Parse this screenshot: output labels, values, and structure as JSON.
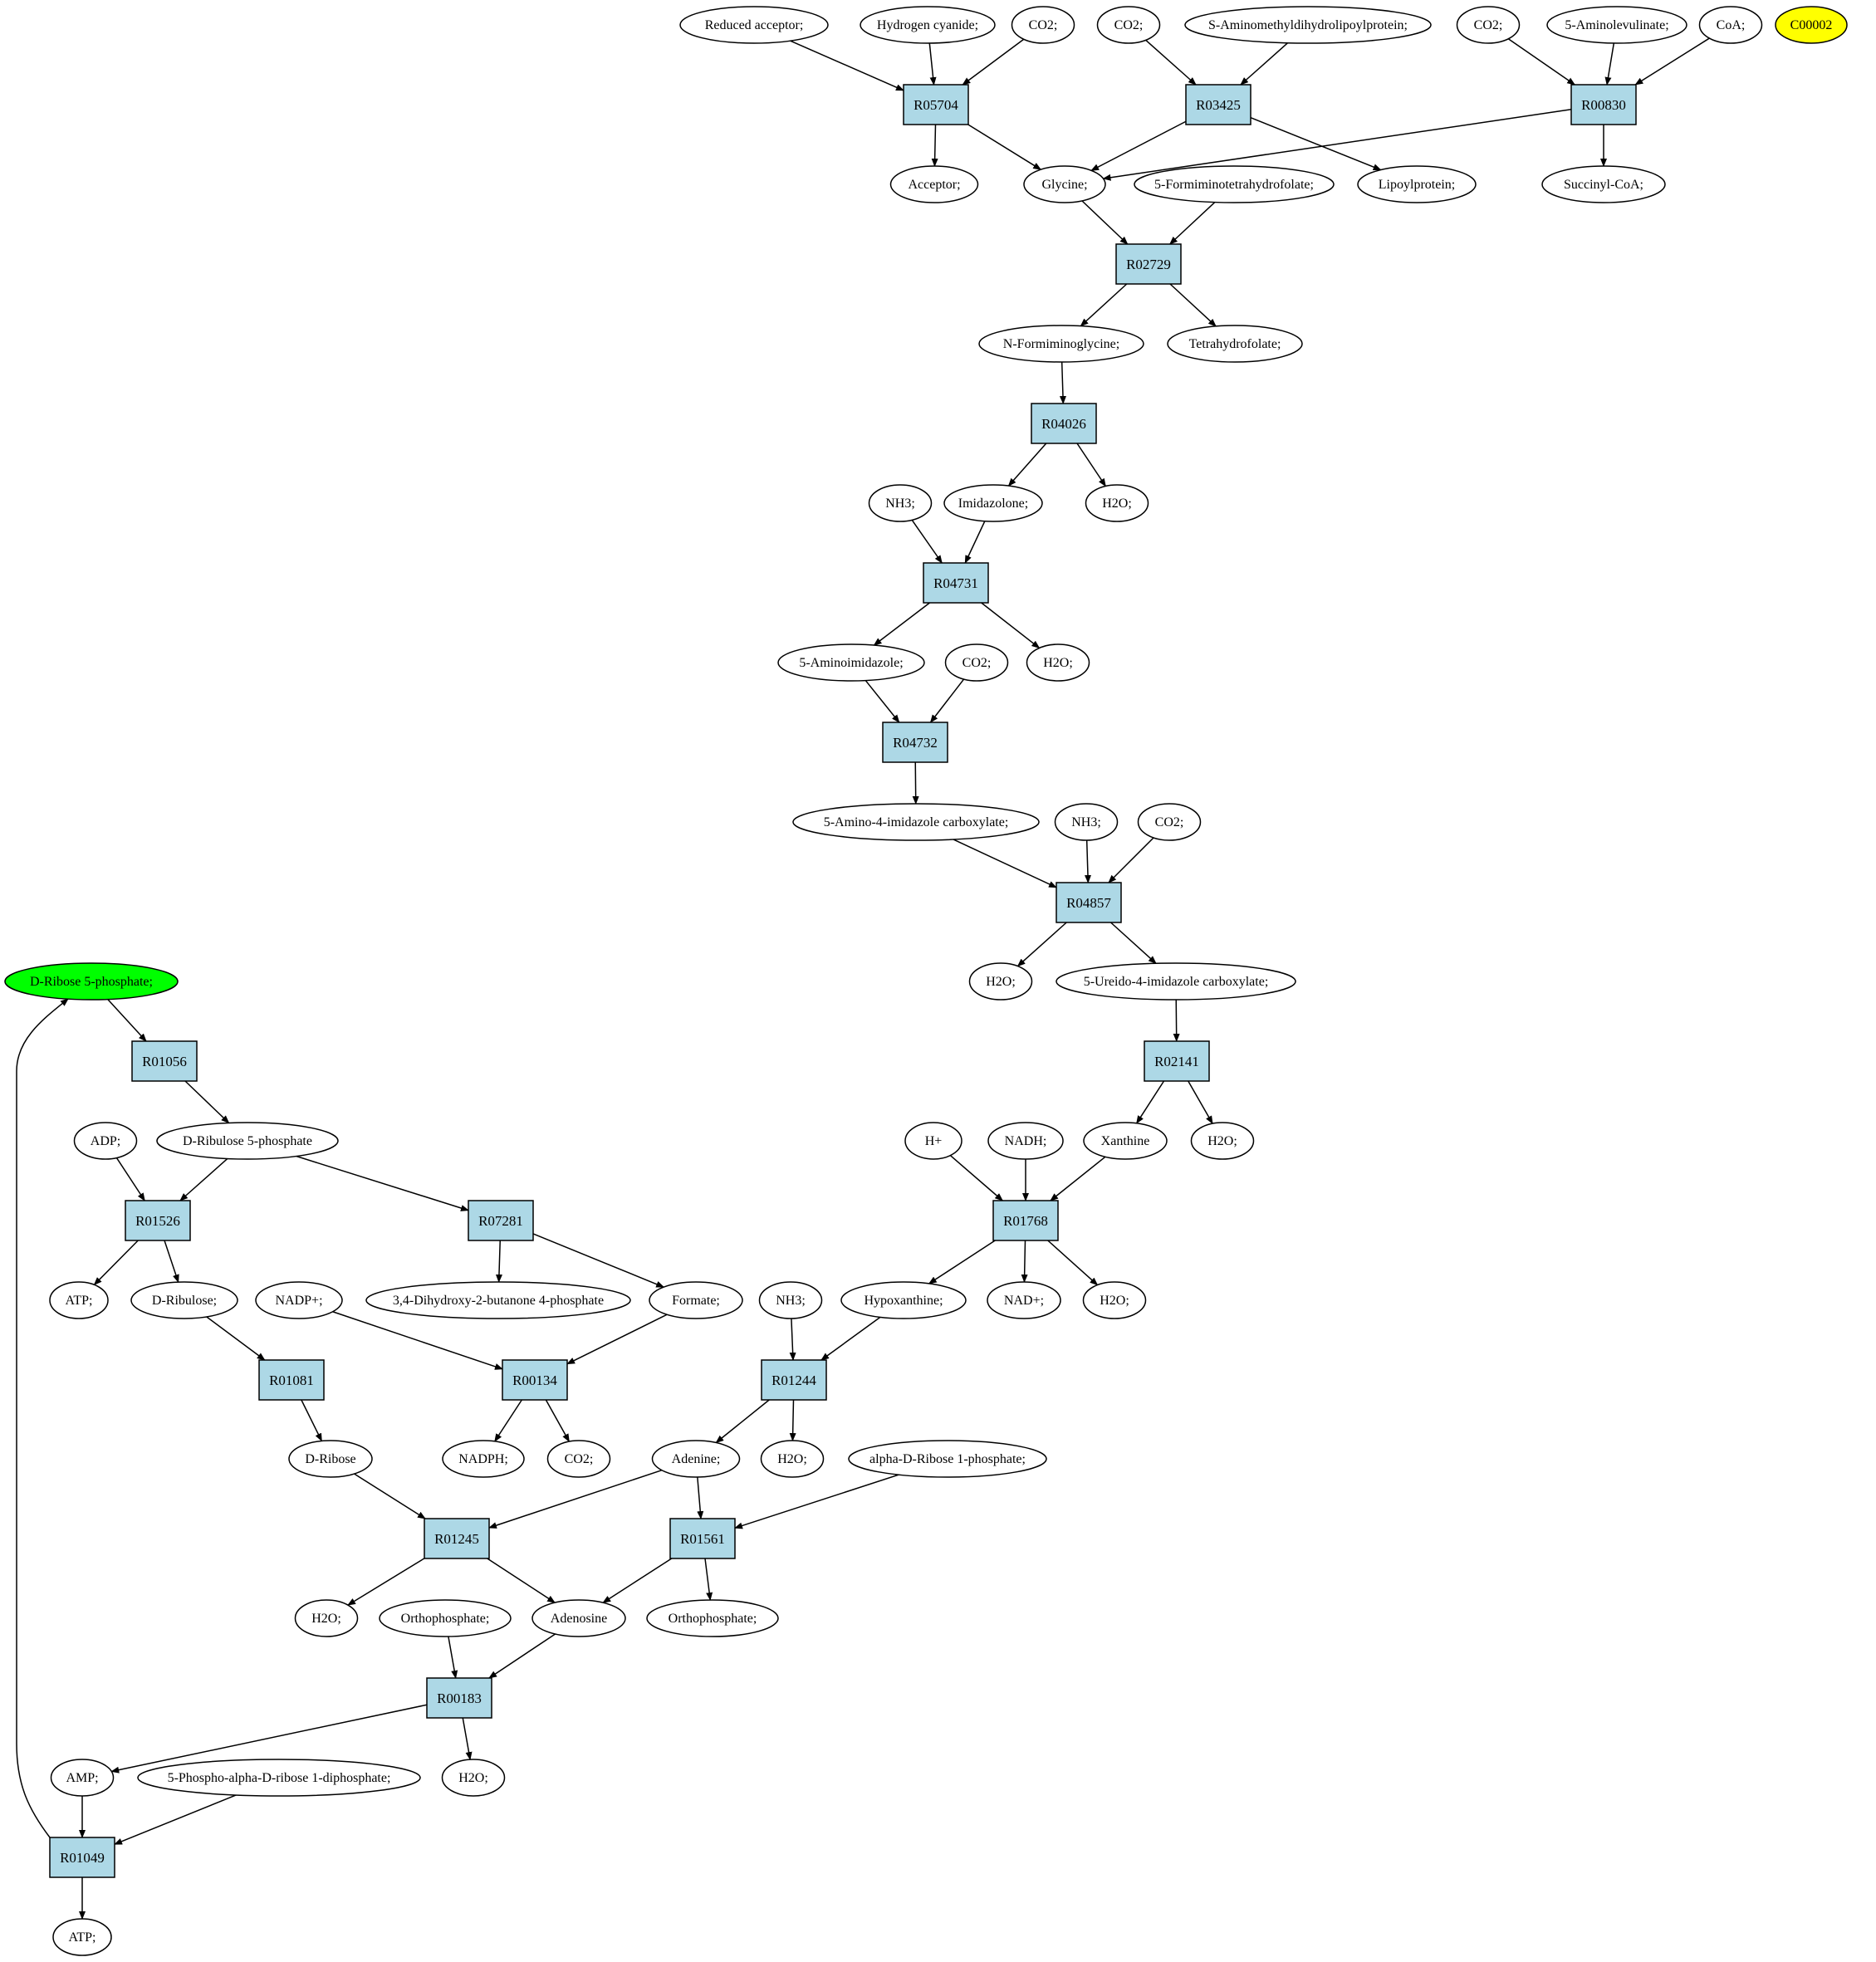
{
  "colors": {
    "reaction_fill": "#add8e6",
    "metabolite_fill": "#ffffff",
    "start_fill": "#00ff00",
    "target_fill": "#ffff00",
    "stroke": "#000000"
  },
  "reactions": [
    {
      "id": "R05704",
      "label": "R05704"
    },
    {
      "id": "R03425",
      "label": "R03425"
    },
    {
      "id": "R00830",
      "label": "R00830"
    },
    {
      "id": "R02729",
      "label": "R02729"
    },
    {
      "id": "R04026",
      "label": "R04026"
    },
    {
      "id": "R04731",
      "label": "R04731"
    },
    {
      "id": "R04732",
      "label": "R04732"
    },
    {
      "id": "R04857",
      "label": "R04857"
    },
    {
      "id": "R02141",
      "label": "R02141"
    },
    {
      "id": "R01768",
      "label": "R01768"
    },
    {
      "id": "R01244",
      "label": "R01244"
    },
    {
      "id": "R01056",
      "label": "R01056"
    },
    {
      "id": "R01526",
      "label": "R01526"
    },
    {
      "id": "R07281",
      "label": "R07281"
    },
    {
      "id": "R01081",
      "label": "R01081"
    },
    {
      "id": "R00134",
      "label": "R00134"
    },
    {
      "id": "R01245",
      "label": "R01245"
    },
    {
      "id": "R01561",
      "label": "R01561"
    },
    {
      "id": "R00183",
      "label": "R00183"
    },
    {
      "id": "R01049",
      "label": "R01049"
    }
  ],
  "metabolites": [
    {
      "id": "m_redacc",
      "label": "Reduced acceptor;"
    },
    {
      "id": "m_hcn",
      "label": "Hydrogen cyanide;"
    },
    {
      "id": "m_co2_1",
      "label": "CO2;"
    },
    {
      "id": "m_co2_2",
      "label": "CO2;"
    },
    {
      "id": "m_samdl",
      "label": "S-Aminomethyldihydrolipoylprotein;"
    },
    {
      "id": "m_co2_3",
      "label": "CO2;"
    },
    {
      "id": "m_ala",
      "label": "5-Aminolevulinate;"
    },
    {
      "id": "m_coa",
      "label": "CoA;"
    },
    {
      "id": "m_c00002",
      "label": "C00002",
      "kind": "target"
    },
    {
      "id": "m_acceptor",
      "label": "Acceptor;"
    },
    {
      "id": "m_glycine",
      "label": "Glycine;"
    },
    {
      "id": "m_fthf",
      "label": "5-Formiminotetrahydrofolate;"
    },
    {
      "id": "m_lipo",
      "label": "Lipoylprotein;"
    },
    {
      "id": "m_succoa",
      "label": "Succinyl-CoA;"
    },
    {
      "id": "m_nfg",
      "label": "N-Formiminoglycine;"
    },
    {
      "id": "m_thf",
      "label": "Tetrahydrofolate;"
    },
    {
      "id": "m_nh3_1",
      "label": "NH3;"
    },
    {
      "id": "m_imidazolone",
      "label": "Imidazolone;"
    },
    {
      "id": "m_h2o_1",
      "label": "H2O;"
    },
    {
      "id": "m_5ai",
      "label": "5-Aminoimidazole;"
    },
    {
      "id": "m_co2_4",
      "label": "CO2;"
    },
    {
      "id": "m_h2o_2",
      "label": "H2O;"
    },
    {
      "id": "m_5a4ic",
      "label": "5-Amino-4-imidazole carboxylate;"
    },
    {
      "id": "m_nh3_2",
      "label": "NH3;"
    },
    {
      "id": "m_co2_5",
      "label": "CO2;"
    },
    {
      "id": "m_h2o_3",
      "label": "H2O;"
    },
    {
      "id": "m_5u4ic",
      "label": "5-Ureido-4-imidazole carboxylate;"
    },
    {
      "id": "m_hplus",
      "label": "H+"
    },
    {
      "id": "m_nadh",
      "label": "NADH;"
    },
    {
      "id": "m_xanthine",
      "label": "Xanthine"
    },
    {
      "id": "m_h2o_4",
      "label": "H2O;"
    },
    {
      "id": "m_r5p",
      "label": "D-Ribose 5-phosphate;",
      "kind": "start"
    },
    {
      "id": "m_adp",
      "label": "ADP;"
    },
    {
      "id": "m_ru5p",
      "label": "D-Ribulose 5-phosphate"
    },
    {
      "id": "m_atp_1",
      "label": "ATP;"
    },
    {
      "id": "m_ribulose",
      "label": "D-Ribulose;"
    },
    {
      "id": "m_nadp",
      "label": "NADP+;"
    },
    {
      "id": "m_dhbp",
      "label": "3,4-Dihydroxy-2-butanone 4-phosphate"
    },
    {
      "id": "m_formate",
      "label": "Formate;"
    },
    {
      "id": "m_nh3_3",
      "label": "NH3;"
    },
    {
      "id": "m_hypox",
      "label": "Hypoxanthine;"
    },
    {
      "id": "m_nad",
      "label": "NAD+;"
    },
    {
      "id": "m_h2o_5",
      "label": "H2O;"
    },
    {
      "id": "m_ribose",
      "label": "D-Ribose"
    },
    {
      "id": "m_nadph",
      "label": "NADPH;"
    },
    {
      "id": "m_co2_6",
      "label": "CO2;"
    },
    {
      "id": "m_adenine",
      "label": "Adenine;"
    },
    {
      "id": "m_h2o_6",
      "label": "H2O;"
    },
    {
      "id": "m_adr1p",
      "label": "alpha-D-Ribose 1-phosphate;"
    },
    {
      "id": "m_h2o_7",
      "label": "H2O;"
    },
    {
      "id": "m_pi_1",
      "label": "Orthophosphate;"
    },
    {
      "id": "m_adenosine",
      "label": "Adenosine"
    },
    {
      "id": "m_pi_2",
      "label": "Orthophosphate;"
    },
    {
      "id": "m_amp",
      "label": "AMP;"
    },
    {
      "id": "m_prpp",
      "label": "5-Phospho-alpha-D-ribose 1-diphosphate;"
    },
    {
      "id": "m_h2o_8",
      "label": "H2O;"
    },
    {
      "id": "m_atp_2",
      "label": "ATP;"
    }
  ]
}
